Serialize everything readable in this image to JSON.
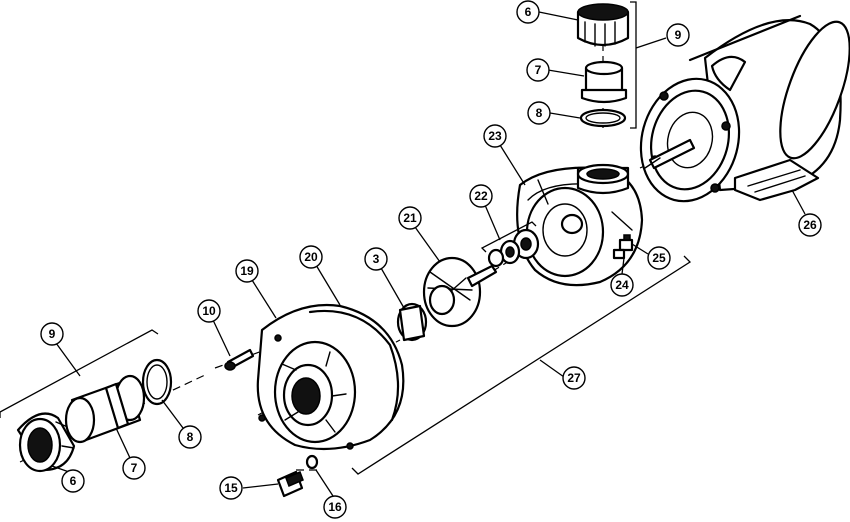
{
  "callouts": [
    {
      "id": "c6-top",
      "label": "6"
    },
    {
      "id": "c7-top",
      "label": "7"
    },
    {
      "id": "c8-top",
      "label": "8"
    },
    {
      "id": "c9-top",
      "label": "9"
    },
    {
      "id": "c23",
      "label": "23"
    },
    {
      "id": "c22",
      "label": "22"
    },
    {
      "id": "c21",
      "label": "21"
    },
    {
      "id": "c3",
      "label": "3"
    },
    {
      "id": "c20",
      "label": "20"
    },
    {
      "id": "c19",
      "label": "19"
    },
    {
      "id": "c10",
      "label": "10"
    },
    {
      "id": "c9-left",
      "label": "9"
    },
    {
      "id": "c8-left",
      "label": "8"
    },
    {
      "id": "c7-left",
      "label": "7"
    },
    {
      "id": "c6-left",
      "label": "6"
    },
    {
      "id": "c15",
      "label": "15"
    },
    {
      "id": "c16",
      "label": "16"
    },
    {
      "id": "c24",
      "label": "24"
    },
    {
      "id": "c25",
      "label": "25"
    },
    {
      "id": "c26",
      "label": "26"
    },
    {
      "id": "c27",
      "label": "27"
    }
  ]
}
